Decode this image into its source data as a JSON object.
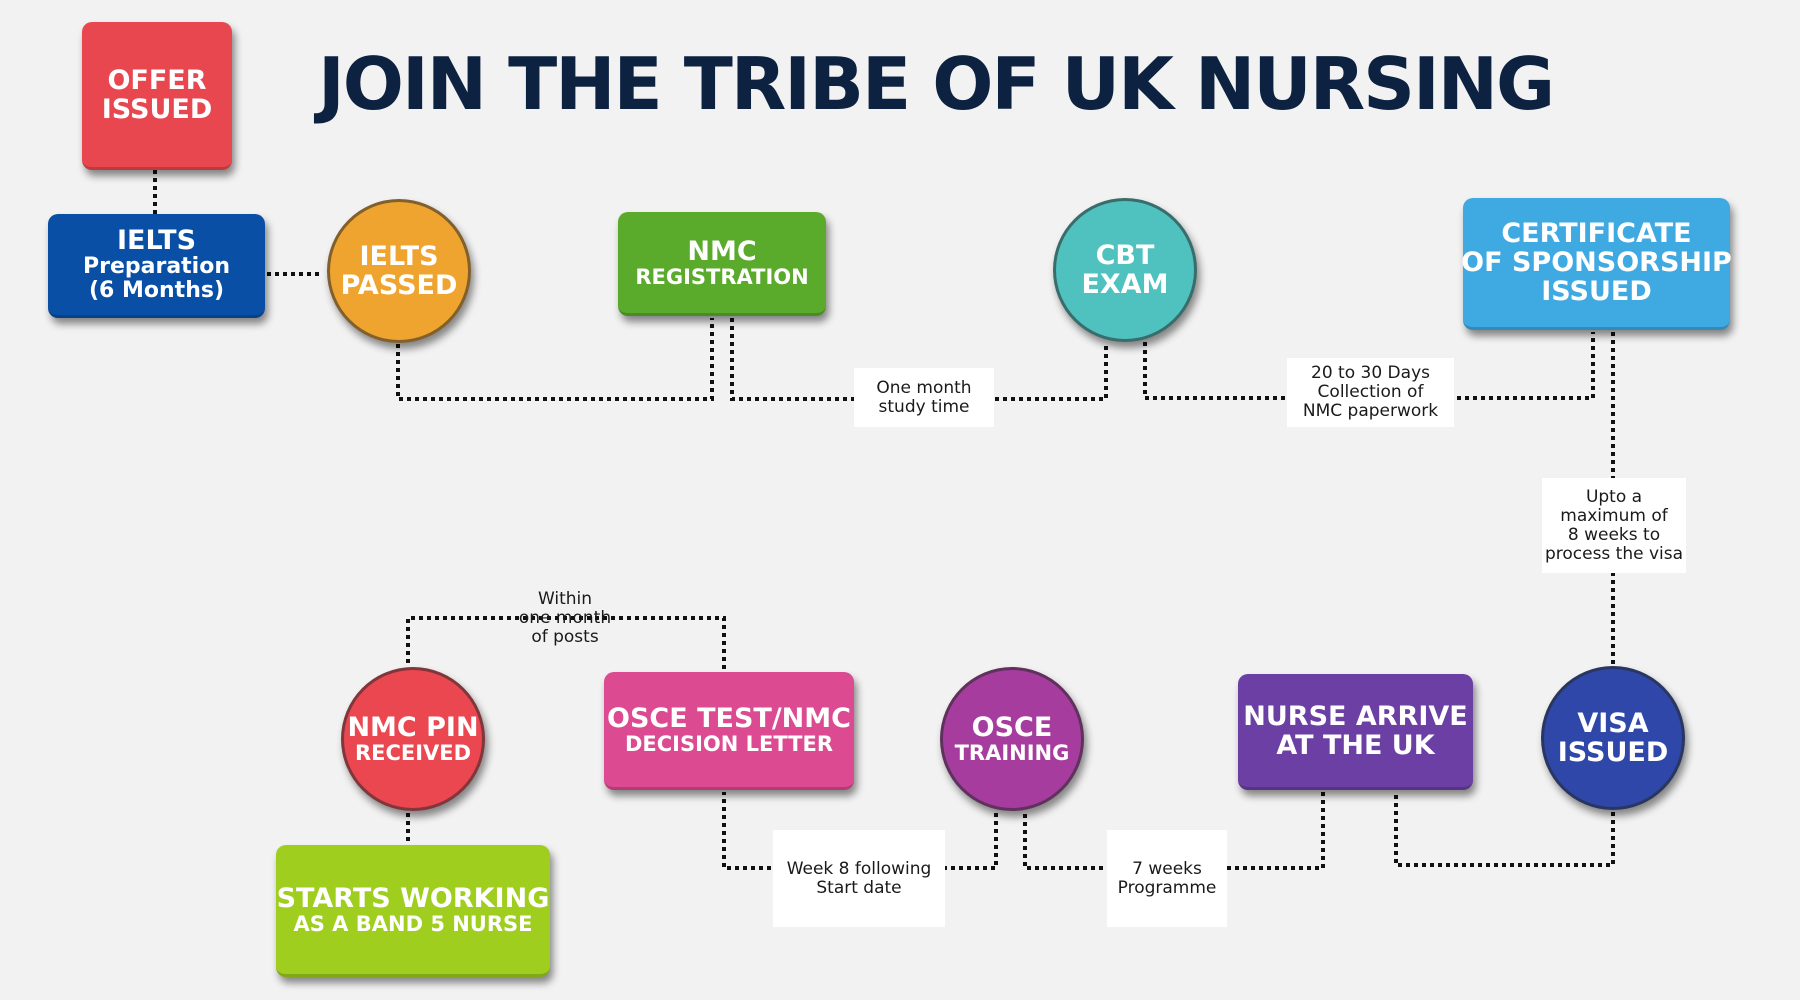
{
  "title": "JOIN THE TRIBE OF UK NURSING",
  "colors": {
    "title": "#0d2140",
    "offer_issued": "#e8474f",
    "ielts_preparation": "#0a4fa6",
    "ielts_passed": "#efa42f",
    "nmc_registration": "#5aaa2c",
    "cbt_exam": "#4fc1bf",
    "certificate_of_sponsorship": "#3fa9e2",
    "visa_issued": "#2e47a8",
    "nurse_arrive": "#6b3fa3",
    "osce_training": "#a63d9e",
    "osce_test": "#dc4a91",
    "nmc_pin": "#ea4750",
    "starts_working": "#9fce1e",
    "connector": "#111111"
  },
  "nodes": {
    "offer_issued": {
      "lines": [
        "OFFER",
        "ISSUED"
      ]
    },
    "ielts_preparation": {
      "lines": [
        "IELTS",
        "Preparation",
        "(6 Months)"
      ]
    },
    "ielts_passed": {
      "lines": [
        "IELTS",
        "PASSED"
      ]
    },
    "nmc_registration": {
      "lines": [
        "NMC",
        "REGISTRATION"
      ]
    },
    "cbt_exam": {
      "lines": [
        "CBT",
        "EXAM"
      ]
    },
    "certificate_of_sponsorship": {
      "lines": [
        "CERTIFICATE",
        "OF SPONSORSHIP",
        "ISSUED"
      ]
    },
    "visa_issued": {
      "lines": [
        "VISA",
        "ISSUED"
      ]
    },
    "nurse_arrive": {
      "lines": [
        "NURSE ARRIVE",
        "AT THE UK"
      ]
    },
    "osce_training": {
      "lines": [
        "OSCE",
        "TRAINING"
      ]
    },
    "osce_test": {
      "lines": [
        "OSCE TEST/NMC",
        "DECISION LETTER"
      ]
    },
    "nmc_pin": {
      "lines": [
        "NMC PIN",
        "RECEIVED"
      ]
    },
    "starts_working": {
      "lines": [
        "STARTS WORKING",
        "AS  A BAND 5 NURSE"
      ]
    }
  },
  "notes": {
    "one_month": [
      "One month",
      "study time"
    ],
    "collection": [
      "20 to 30 Days",
      "Collection of",
      "NMC paperwork"
    ],
    "visa_process": [
      "Upto a",
      "maximum of",
      "8 weeks to",
      "process the visa"
    ],
    "within_month": [
      "Within",
      "one month",
      "of posts"
    ],
    "week8": [
      "Week 8 following",
      "Start date"
    ],
    "seven_weeks": [
      "7 weeks",
      "Programme"
    ]
  }
}
